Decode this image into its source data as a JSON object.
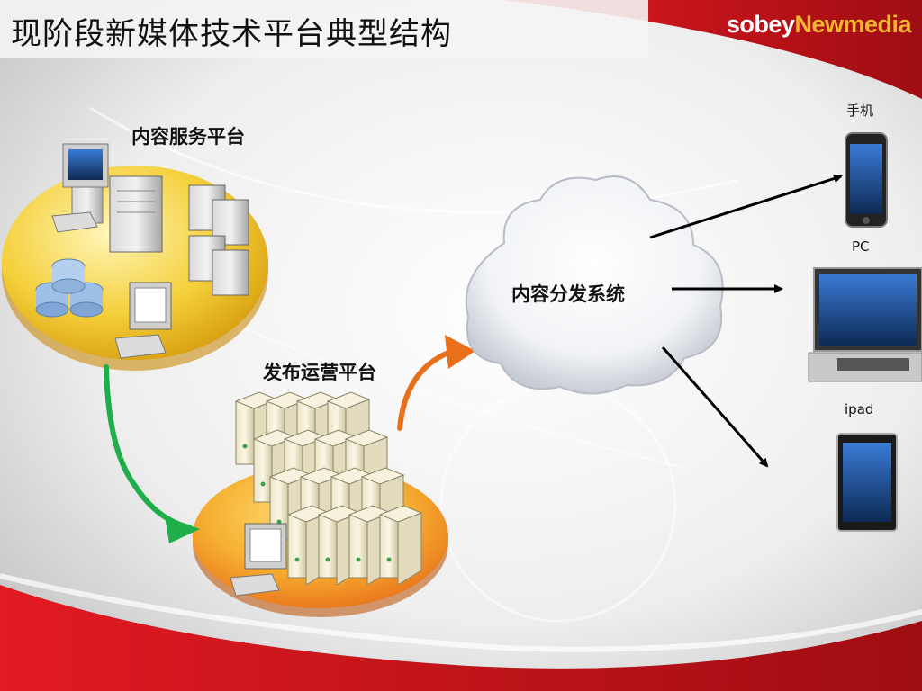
{
  "slide": {
    "title": "现阶段新媒体技术平台典型结构",
    "logo": {
      "part1": "sobey",
      "part2": "Newmedia"
    }
  },
  "nodes": {
    "content_service": "内容服务平台",
    "publish_ops": "发布运营平台",
    "distribution": "内容分发系统"
  },
  "devices": {
    "phone": "手机",
    "pc": "PC",
    "ipad": "ipad"
  },
  "colors": {
    "brand_red": "#c8102e",
    "logo_accent": "#f2b632",
    "green_arrow": "#1fae4a",
    "orange_arrow": "#e8701a",
    "yellow_platform": "#f4cf3a",
    "orange_platform": "#f18a24"
  }
}
